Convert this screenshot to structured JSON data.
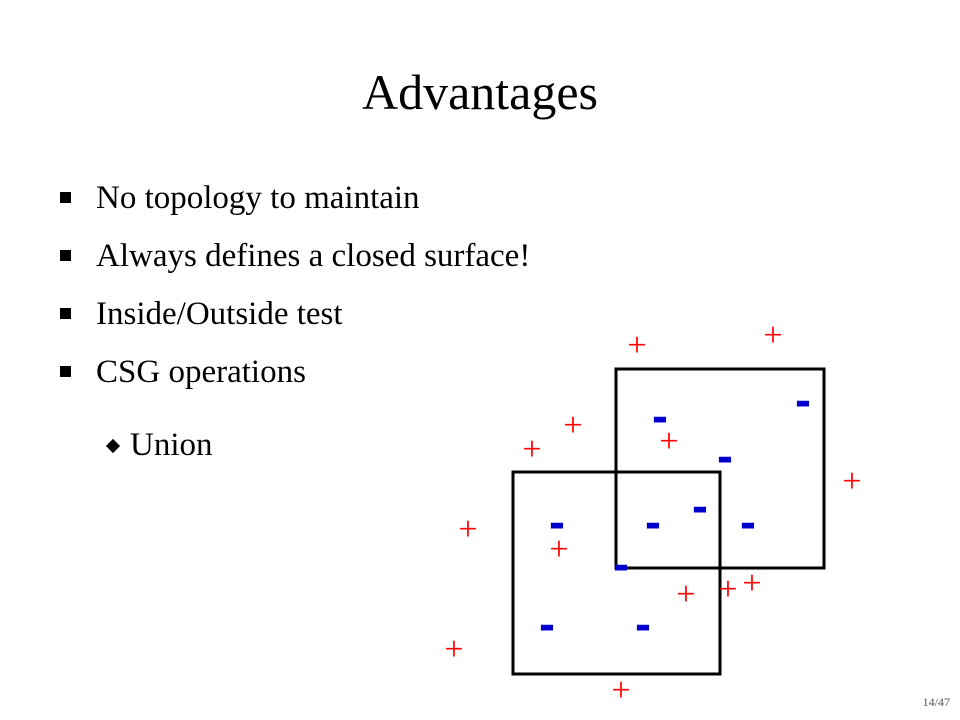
{
  "slide": {
    "title": "Advantages",
    "bullets": [
      "No topology to maintain",
      "Always defines a closed surface!",
      "Inside/Outside test",
      "CSG operations"
    ],
    "sub_bullets": [
      "Union"
    ],
    "page_number": "14/47"
  },
  "diagram": {
    "plus_symbol": "+",
    "minus_symbol": "-",
    "colors": {
      "inside": "#0000cc",
      "outside": "#ff0000",
      "outline": "#000000"
    }
  }
}
